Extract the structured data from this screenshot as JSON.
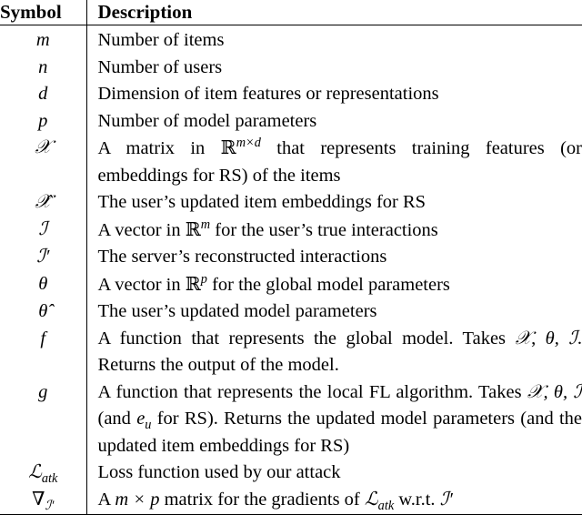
{
  "header": {
    "symbol": "Symbol",
    "description": "Description"
  },
  "rows": [
    {
      "symbol": "m",
      "description": "Number of items"
    },
    {
      "symbol": "n",
      "description": "Number of users"
    },
    {
      "symbol": "d",
      "description": "Dimension of item features or representations"
    },
    {
      "symbol": "p",
      "description": "Number of model parameters"
    },
    {
      "symbol": "𝒳",
      "description_parts": [
        "A matrix in ",
        "ℝ",
        "m×d",
        " that represents training features (or embeddings for RS) of the items"
      ]
    },
    {
      "symbol": "𝒳̂",
      "description": "The user’s updated item embeddings for RS"
    },
    {
      "symbol": "ℐ",
      "description_parts": [
        "A vector in ",
        "ℝ",
        "m",
        " for the user’s true interactions"
      ]
    },
    {
      "symbol": "ℐ′",
      "description": "The server’s reconstructed interactions"
    },
    {
      "symbol": "θ",
      "description_parts": [
        "A vector in ",
        "ℝ",
        "p",
        " for the global model parameters"
      ]
    },
    {
      "symbol": "θ̂",
      "description": "The user’s updated model parameters"
    },
    {
      "symbol": "f",
      "description_parts": [
        "A function that represents the global model. Takes ",
        "𝒳",
        ", ",
        "θ, ℐ",
        ". Returns the output of the model."
      ]
    },
    {
      "symbol": "g",
      "description_parts": [
        "A function that represents the local FL algorithm. Takes ",
        "𝒳, θ, ℐ",
        " (and ",
        "e",
        "u",
        " for RS). Returns the updated model parameters (and the updated item embeddings for RS)"
      ]
    },
    {
      "symbol_parts": [
        "ℒ",
        "atk"
      ],
      "description": "Loss function used by our attack"
    },
    {
      "symbol_parts": [
        "∇",
        "ℐ′"
      ],
      "description_parts": [
        "A ",
        "m × p",
        " matrix for the gradients of ",
        "ℒ",
        "atk",
        " w.r.t. ",
        "ℐ′"
      ]
    }
  ]
}
